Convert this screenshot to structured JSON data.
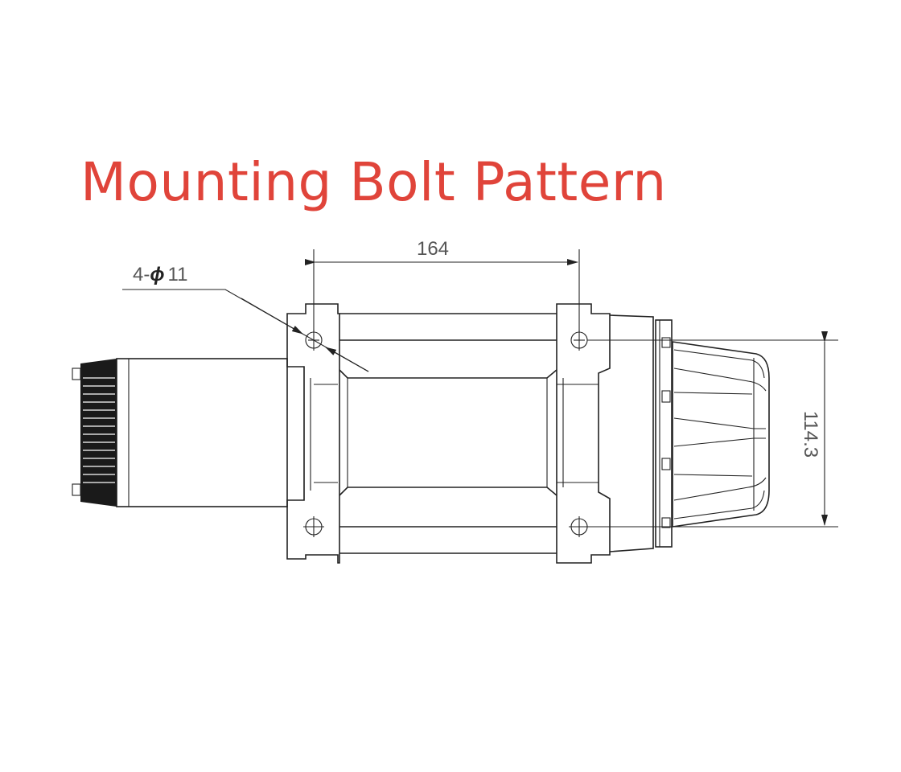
{
  "title": "Mounting Bolt Pattern",
  "dimensions": {
    "bolt_spacing_length": "164",
    "bolt_spacing_width": "114.3",
    "hole_callout_prefix": "4-",
    "hole_callout_symbol": "ϕ",
    "hole_callout_value": "11"
  },
  "colors": {
    "title": "#e0443a",
    "lines": "#222222"
  }
}
